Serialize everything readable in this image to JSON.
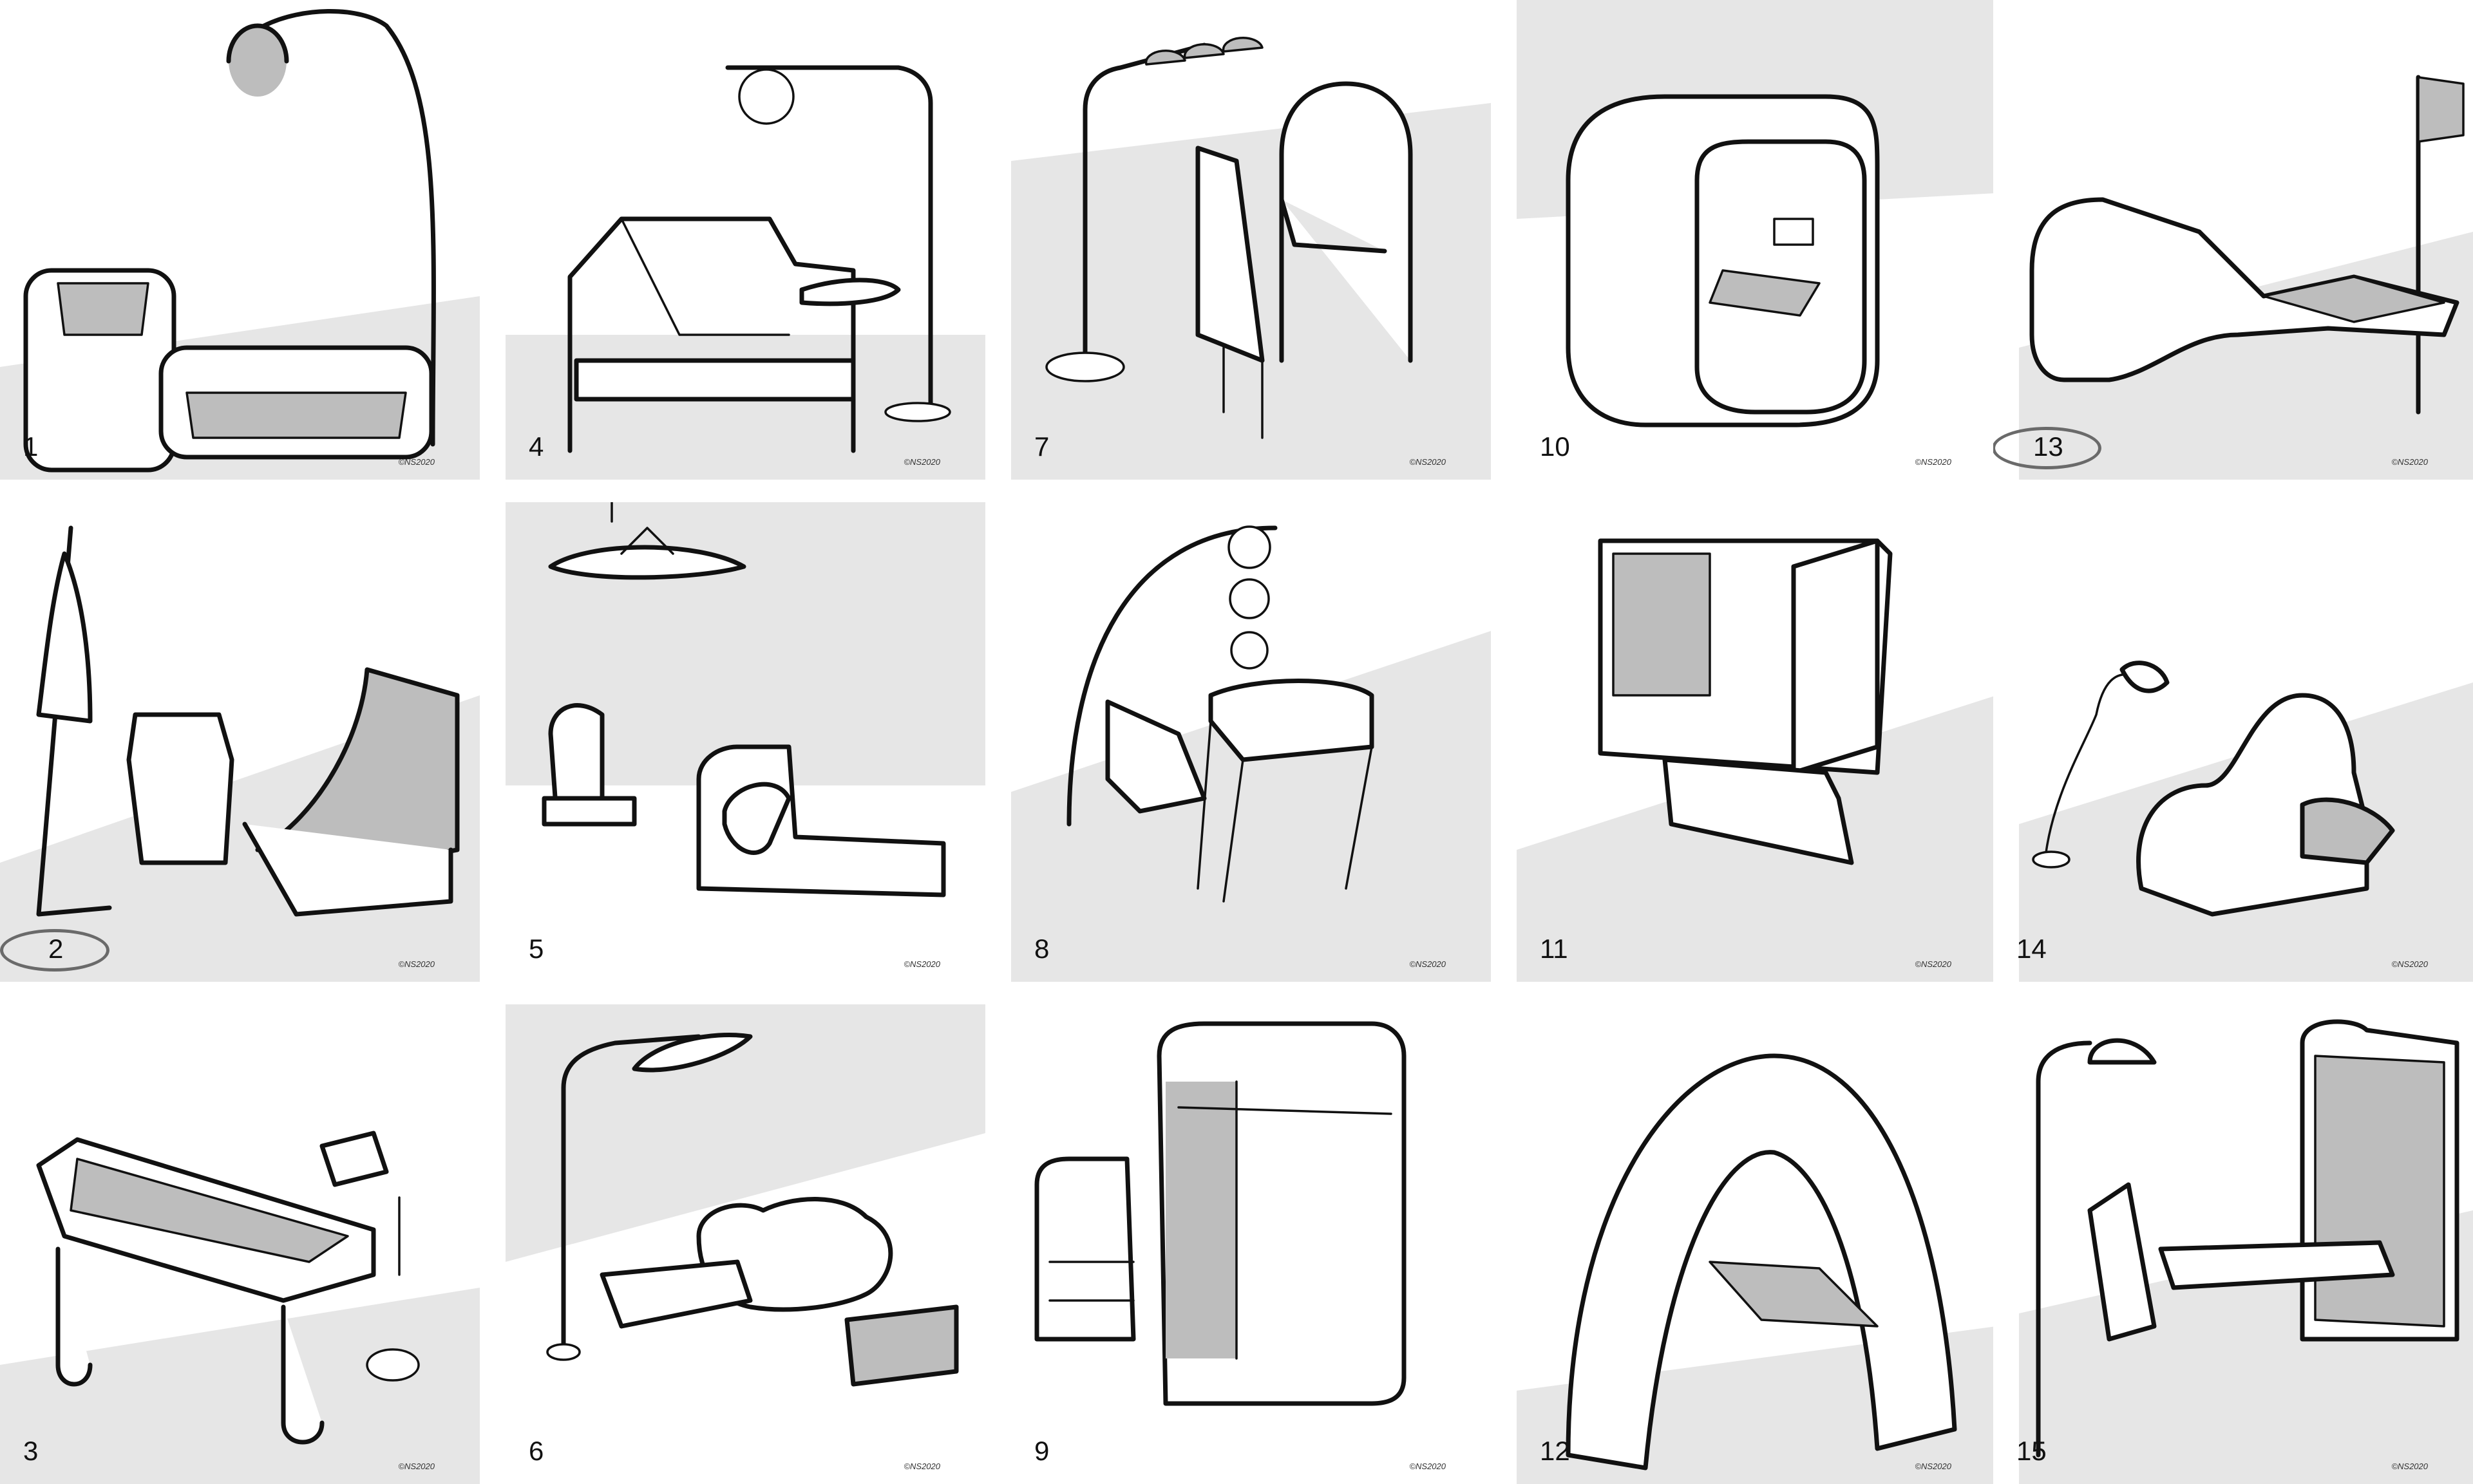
{
  "colors": {
    "background_gray": "#e6e6e6",
    "ink": "#111111",
    "fill_gray": "#bdbdbd",
    "circle_mark": "#6a6a6a"
  },
  "panels": [
    {
      "id": "p1",
      "label": "1",
      "signature": "©NS2020"
    },
    {
      "id": "p4",
      "label": "4",
      "signature": "©NS2020"
    },
    {
      "id": "p7",
      "label": "7",
      "signature": "©NS2020"
    },
    {
      "id": "p10",
      "label": "10",
      "signature": "©NS2020"
    },
    {
      "id": "p13",
      "label": "13",
      "signature": "©NS2020",
      "circled": true
    },
    {
      "id": "p2",
      "label": "2",
      "signature": "©NS2020",
      "circled": true
    },
    {
      "id": "p5",
      "label": "5",
      "signature": "©NS2020"
    },
    {
      "id": "p8",
      "label": "8",
      "signature": "©NS2020"
    },
    {
      "id": "p11",
      "label": "11",
      "signature": "©NS2020"
    },
    {
      "id": "p14",
      "label": "14",
      "signature": "©NS2020"
    },
    {
      "id": "p3",
      "label": "3",
      "signature": "©NS2020"
    },
    {
      "id": "p6",
      "label": "6",
      "signature": "©NS2020"
    },
    {
      "id": "p9",
      "label": "9",
      "signature": "©NS2020"
    },
    {
      "id": "p12",
      "label": "12",
      "signature": "©NS2020"
    },
    {
      "id": "p15",
      "label": "15",
      "signature": "©NS2020"
    }
  ]
}
